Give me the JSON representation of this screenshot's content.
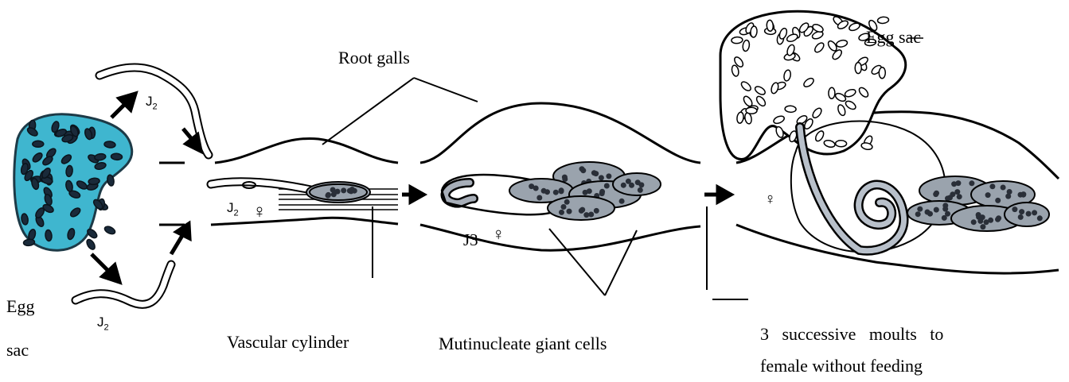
{
  "labels": {
    "root_galls": "Root galls",
    "egg_sac_right": "Egg sac",
    "egg_left_line1": "Egg",
    "egg_left_line2": "sac",
    "vascular": "Vascular cylinder",
    "giant_cells": "Mutinucleate giant cells",
    "moults_line1": "3   successive   moults   to",
    "moults_line2": "female without feeding",
    "j3": "J3",
    "j2_top": "J",
    "j2_bottom": "J",
    "j2_mid": "J",
    "j2_sub": "2",
    "female": "♀"
  },
  "colors": {
    "egg_sac_left": "#3fb6cf",
    "eggs": "#1a2a3a",
    "giant_cell": "#9aa3ad",
    "nucleus": "#2a2f38",
    "line": "#000000"
  }
}
